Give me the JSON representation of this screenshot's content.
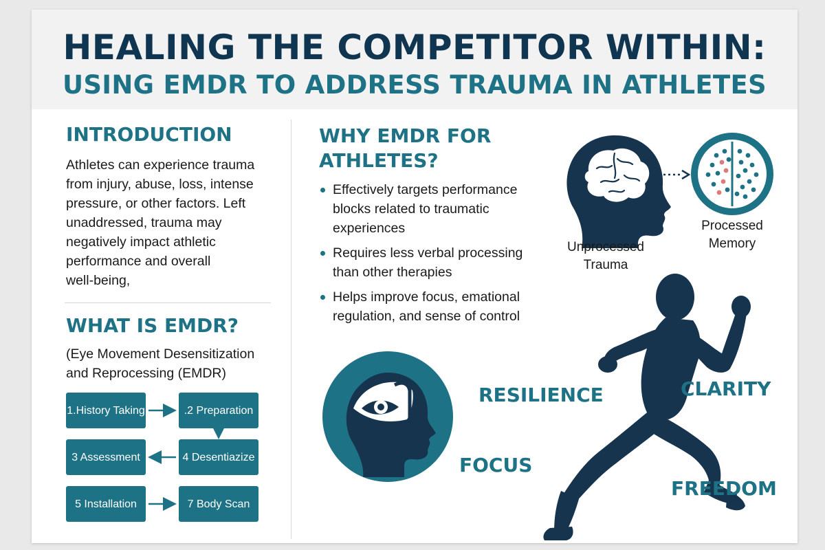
{
  "title": {
    "line1": "HEALING THE COMPETITOR WITHIN:",
    "line2": "USING EMDR TO ADDRESS TRAUMA IN ATHLETES"
  },
  "introduction": {
    "heading": "INTRODUCTION",
    "lines": [
      "Athletes can experience trauma",
      "from injury, abuse, loss, intense",
      "pressure, or other factors. Left",
      "unaddressed, trauma may",
      "negatively impact athletic",
      "performance and overall",
      "well-being,"
    ]
  },
  "what_is_emdr": {
    "heading": "WHAT IS EMDR?",
    "lines": [
      "(Eye Movement Desensitization",
      "and Reprocessing (EMDR)"
    ],
    "steps": [
      "1.History Taking",
      ".2 Preparation",
      "3 Assessment",
      "4 Desentiazize",
      "5 Installation",
      "7 Body Scan"
    ]
  },
  "why_emdr": {
    "heading_line1": "WHY EMDR FOR",
    "heading_line2": "ATHLETES?",
    "bullets": [
      "Effectively targets performance blocks related to traumatic experiences",
      "Requires less verbal processing than other therapies",
      "Helps improve focus, emational regulation, and sense of control"
    ]
  },
  "memory_diagram": {
    "unprocessed_line1": "Unprocessed",
    "unprocessed_line2": "Trauma",
    "processed_line1": "Processed",
    "processed_line2": "Memory"
  },
  "keywords": [
    "RESILIENCE",
    "CLARITY",
    "FOCUS",
    "FREEDOM"
  ],
  "colors": {
    "navy": "#0f3550",
    "teal": "#1e7285",
    "dark_figure": "#16344d",
    "dot_red": "#e07a7a"
  },
  "icons": [
    "brain-head-icon",
    "processed-brain-icon",
    "eye-head-icon",
    "runner-silhouette-icon"
  ]
}
